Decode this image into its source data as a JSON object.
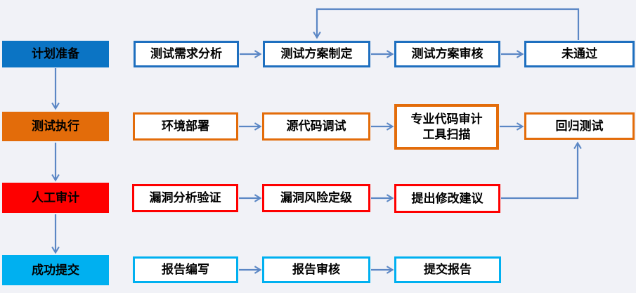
{
  "diagram": {
    "type": "flowchart",
    "background": "#F1F2F7",
    "colors": {
      "stage_plan": "#0B74C4",
      "stage_execution": "#E36C0A",
      "stage_audit": "#FE0000",
      "stage_submission": "#00B0F0",
      "node_fill": "#FFFFFF",
      "arrow": "#5B87C5",
      "text": "#000000"
    },
    "rows": [
      {
        "header": "计划准备",
        "color": "#0B74C4",
        "nodes": [
          "测试需求分析",
          "测试方案制定",
          "测试方案审核",
          "未通过"
        ]
      },
      {
        "header": "测试执行",
        "color": "#E36C0A",
        "nodes": [
          "环境部署",
          "源代码调试",
          "专业代码审计\n工具扫描",
          "回归测试"
        ]
      },
      {
        "header": "人工审计",
        "color": "#FE0000",
        "nodes": [
          "漏洞分析验证",
          "漏洞风险定级",
          "提出修改建议"
        ]
      },
      {
        "header": "成功提交",
        "color": "#00B0F0",
        "nodes": [
          "报告编写",
          "报告审核",
          "提交报告"
        ]
      }
    ],
    "edges": [
      {
        "from": "计划准备",
        "to": "测试执行"
      },
      {
        "from": "测试执行",
        "to": "人工审计"
      },
      {
        "from": "人工审计",
        "to": "成功提交"
      },
      {
        "from": "测试需求分析",
        "to": "测试方案制定"
      },
      {
        "from": "测试方案制定",
        "to": "测试方案审核"
      },
      {
        "from": "测试方案审核",
        "to": "未通过"
      },
      {
        "from": "未通过",
        "to": "测试方案制定",
        "kind": "feedback-loop"
      },
      {
        "from": "环境部署",
        "to": "源代码调试"
      },
      {
        "from": "源代码调试",
        "to": "专业代码审计工具扫描"
      },
      {
        "from": "专业代码审计工具扫描",
        "to": "回归测试"
      },
      {
        "from": "漏洞分析验证",
        "to": "漏洞风险定级"
      },
      {
        "from": "漏洞风险定级",
        "to": "提出修改建议"
      },
      {
        "from": "提出修改建议",
        "to": "回归测试",
        "kind": "feedback-loop"
      },
      {
        "from": "报告编写",
        "to": "报告审核"
      },
      {
        "from": "报告审核",
        "to": "提交报告"
      }
    ]
  }
}
